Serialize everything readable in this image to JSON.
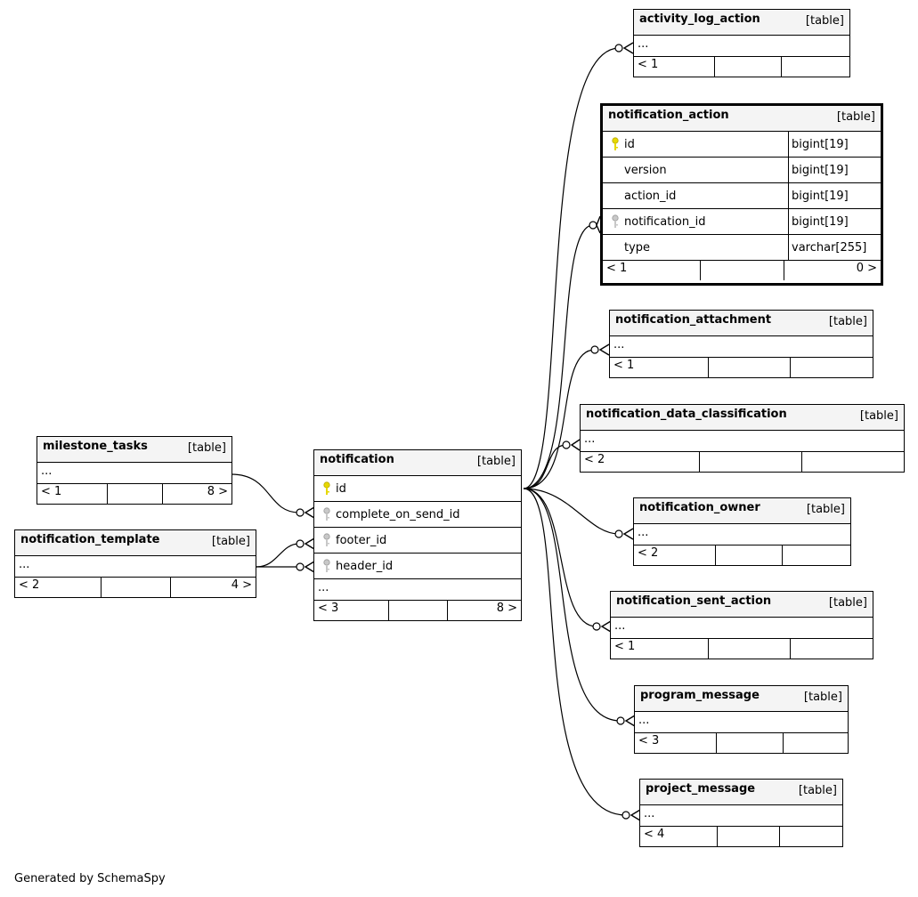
{
  "generated_by": "Generated by SchemaSpy",
  "kind_label": "[table]",
  "tables": {
    "activity_log_action": {
      "name": "activity_log_action",
      "ellipsis": "...",
      "parents": "< 1",
      "mid": "",
      "children": ""
    },
    "notification_action": {
      "name": "notification_action",
      "columns": [
        {
          "name": "id",
          "type": "bigint[19]",
          "key": "primary"
        },
        {
          "name": "version",
          "type": "bigint[19]",
          "key": "none"
        },
        {
          "name": "action_id",
          "type": "bigint[19]",
          "key": "none"
        },
        {
          "name": "notification_id",
          "type": "bigint[19]",
          "key": "foreign"
        },
        {
          "name": "type",
          "type": "varchar[255]",
          "key": "none"
        }
      ],
      "parents": "< 1",
      "mid": "",
      "children": "0 >"
    },
    "notification_attachment": {
      "name": "notification_attachment",
      "ellipsis": "...",
      "parents": "< 1",
      "mid": "",
      "children": ""
    },
    "notification_data_classification": {
      "name": "notification_data_classification",
      "ellipsis": "...",
      "parents": "< 2",
      "mid": "",
      "children": ""
    },
    "milestone_tasks": {
      "name": "milestone_tasks",
      "ellipsis": "...",
      "parents": "< 1",
      "mid": "",
      "children": "8 >"
    },
    "notification": {
      "name": "notification",
      "columns": [
        {
          "name": "id",
          "key": "primary"
        },
        {
          "name": "complete_on_send_id",
          "key": "foreign"
        },
        {
          "name": "footer_id",
          "key": "foreign"
        },
        {
          "name": "header_id",
          "key": "foreign"
        }
      ],
      "ellipsis": "...",
      "parents": "< 3",
      "mid": "",
      "children": "8 >"
    },
    "notification_template": {
      "name": "notification_template",
      "ellipsis": "...",
      "parents": "< 2",
      "mid": "",
      "children": "4 >"
    },
    "notification_owner": {
      "name": "notification_owner",
      "ellipsis": "...",
      "parents": "< 2",
      "mid": "",
      "children": ""
    },
    "notification_sent_action": {
      "name": "notification_sent_action",
      "ellipsis": "...",
      "parents": "< 1",
      "mid": "",
      "children": ""
    },
    "program_message": {
      "name": "program_message",
      "ellipsis": "...",
      "parents": "< 3",
      "mid": "",
      "children": ""
    },
    "project_message": {
      "name": "project_message",
      "ellipsis": "...",
      "parents": "< 4",
      "mid": "",
      "children": ""
    }
  },
  "colors": {
    "primary_key": "#e6d800",
    "foreign_key": "#b0b0b0",
    "header_bg": "#f4f4f4"
  },
  "relationships": [
    {
      "from": "activity_log_action",
      "to": "notification"
    },
    {
      "from": "notification_action",
      "to": "notification"
    },
    {
      "from": "notification_attachment",
      "to": "notification"
    },
    {
      "from": "notification_data_classification",
      "to": "notification"
    },
    {
      "from": "notification_owner",
      "to": "notification"
    },
    {
      "from": "notification_sent_action",
      "to": "notification"
    },
    {
      "from": "program_message",
      "to": "notification"
    },
    {
      "from": "project_message",
      "to": "notification"
    },
    {
      "from": "notification",
      "to": "milestone_tasks"
    },
    {
      "from": "notification",
      "to": "notification_template"
    }
  ]
}
